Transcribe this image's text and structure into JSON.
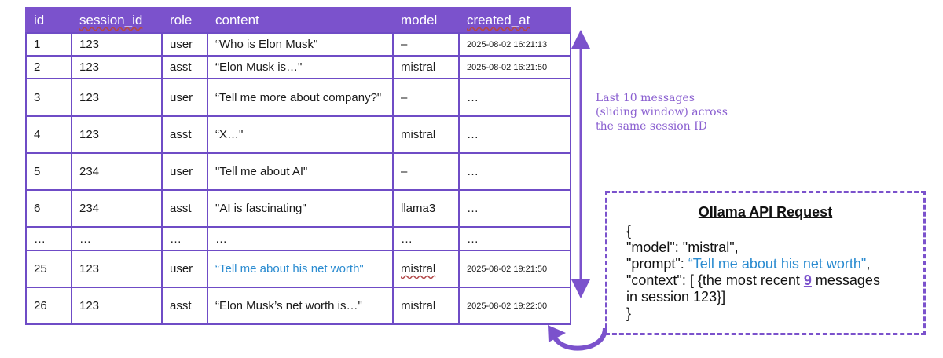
{
  "table": {
    "columns": [
      "id",
      "session_id",
      "role",
      "content",
      "model",
      "created_at"
    ],
    "rows": [
      {
        "id": "1",
        "session_id": "123",
        "role": "user",
        "content": "“Who is Elon Musk\"",
        "model": "–",
        "created_at": "2025-08-02 16:21:13"
      },
      {
        "id": "2",
        "session_id": "123",
        "role": "asst",
        "content": "“Elon Musk is…\"",
        "model": "mistral",
        "created_at": "2025-08-02 16:21:50"
      },
      {
        "id": "3",
        "session_id": "123",
        "role": "user",
        "content": "“Tell me more about company?\"",
        "model": "–",
        "created_at": "…"
      },
      {
        "id": "4",
        "session_id": "123",
        "role": "asst",
        "content": "“X…\"",
        "model": "mistral",
        "created_at": "…"
      },
      {
        "id": "5",
        "session_id": "234",
        "role": "user",
        "content": "\"Tell me about AI\"",
        "model": "–",
        "created_at": "…"
      },
      {
        "id": "6",
        "session_id": "234",
        "role": "asst",
        "content": "\"AI is fascinating\"",
        "model": "llama3",
        "created_at": "…"
      },
      {
        "id": "…",
        "session_id": "…",
        "role": "…",
        "content": "…",
        "model": "…",
        "created_at": "…"
      },
      {
        "id": "25",
        "session_id": "123",
        "role": "user",
        "content": "“Tell me about his net worth\"",
        "model": "mistral",
        "created_at": "2025-08-02 19:21:50"
      },
      {
        "id": "26",
        "session_id": "123",
        "role": "asst",
        "content": "“Elon Musk’s net worth is…\"",
        "model": "mistral",
        "created_at": "2025-08-02 19:22:00"
      }
    ]
  },
  "sliding_window_note": "Last 10 messages (sliding window) across the same session ID",
  "api_request": {
    "title": "Ollama API Request",
    "open_brace": "{",
    "model_line": "\"model\": \"mistral\",",
    "prompt_key": "\"prompt\": ",
    "prompt_value": "“Tell me about his net worth\"",
    "prompt_suffix": ",",
    "context_prefix": "\"context\": [ {the most recent ",
    "context_count": "9",
    "context_suffix": " messages",
    "context_line2": "in session 123}]",
    "close_brace": "}"
  },
  "colors": {
    "accent": "#7b52cc",
    "highlight_text": "#2a8bd0",
    "note_text": "#8a5fd0"
  }
}
